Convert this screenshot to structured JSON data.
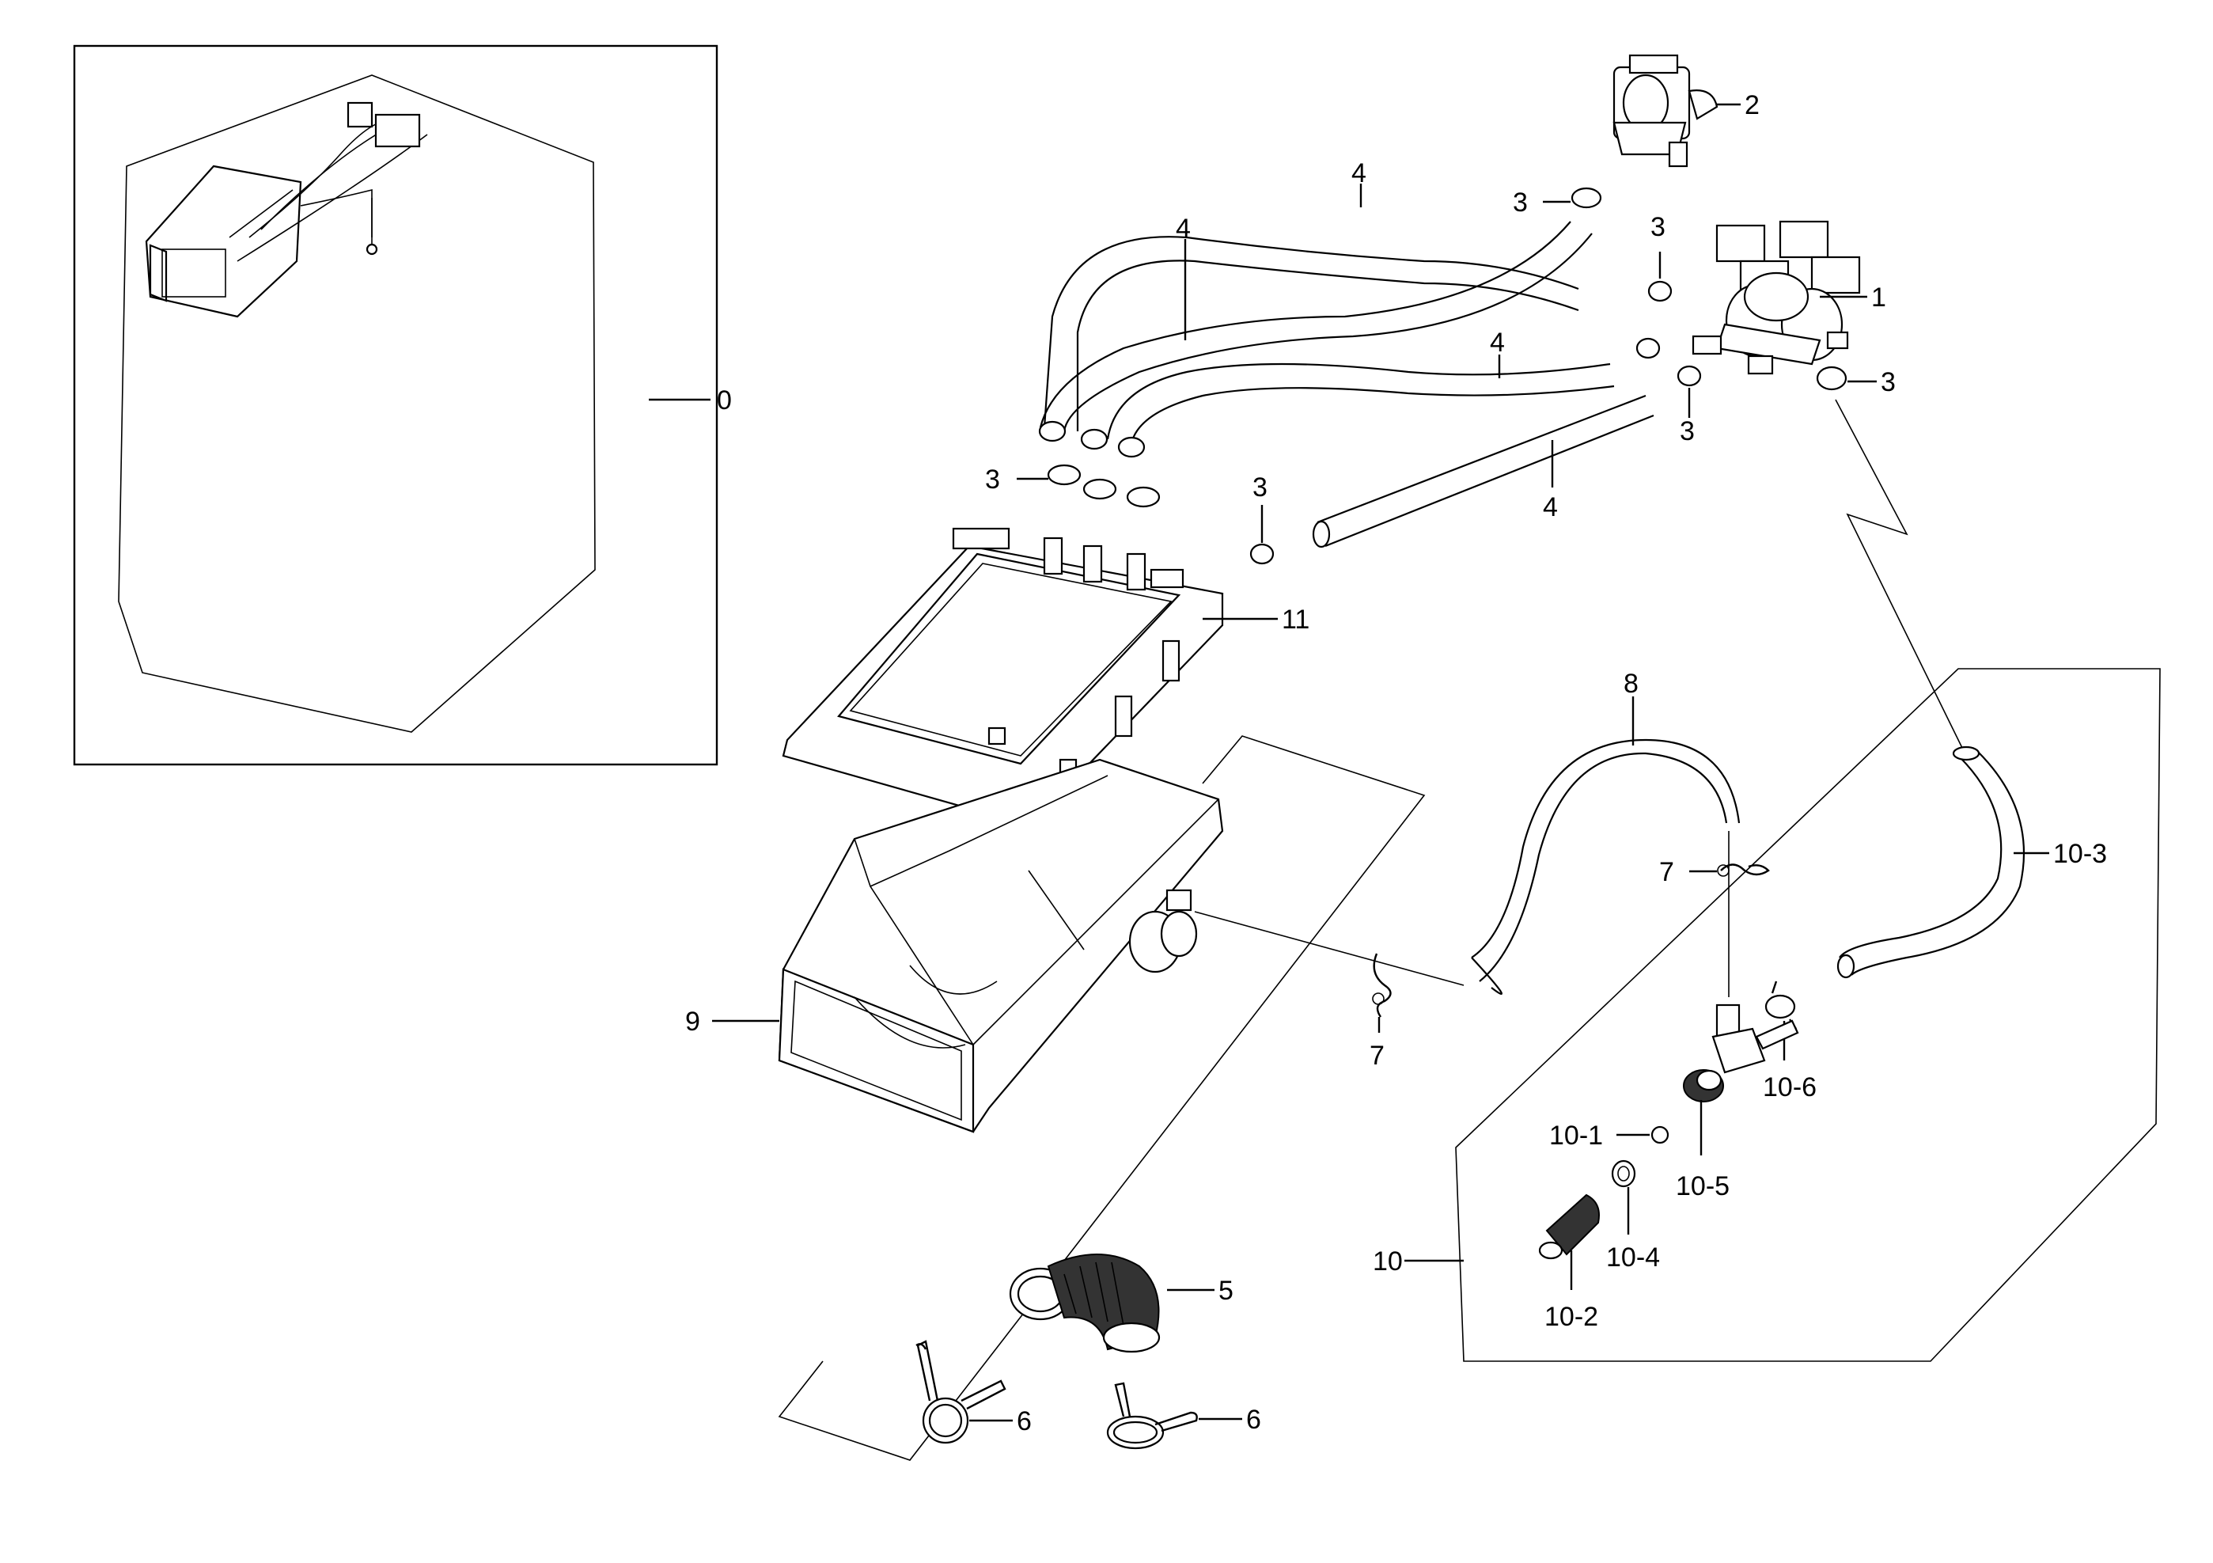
{
  "labels": {
    "p0": "0",
    "p1": "1",
    "p2": "2",
    "p3_a": "3",
    "p3_b": "3",
    "p3_c": "3",
    "p3_d": "3",
    "p3_e": "3",
    "p3_f": "3",
    "p4_a": "4",
    "p4_b": "4",
    "p4_c": "4",
    "p4_d": "4",
    "p5": "5",
    "p6_a": "6",
    "p6_b": "6",
    "p7_a": "7",
    "p7_b": "7",
    "p8": "8",
    "p9": "9",
    "p10": "10",
    "p10_1": "10-1",
    "p10_2": "10-2",
    "p10_3": "10-3",
    "p10_4": "10-4",
    "p10_5": "10-5",
    "p10_6": "10-6",
    "p11": "11"
  }
}
